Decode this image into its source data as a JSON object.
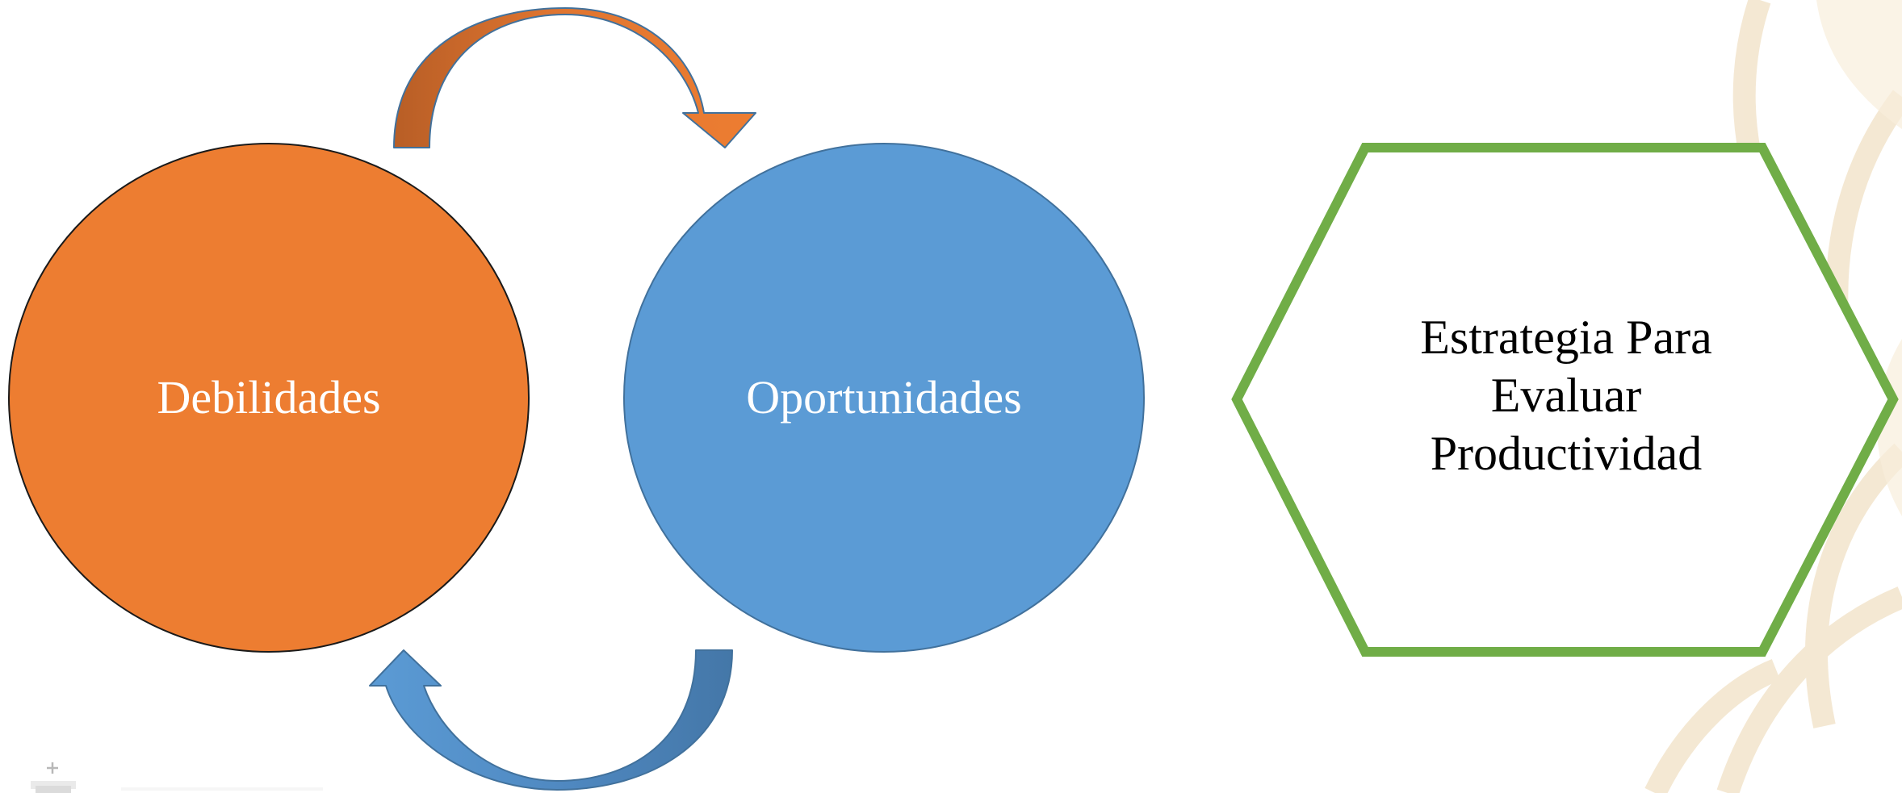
{
  "diagram": {
    "left_circle": {
      "label": "Debilidades",
      "fill": "#ED7D31",
      "stroke": "#1A1A1A"
    },
    "right_circle": {
      "label": "Oportunidades",
      "fill": "#5B9BD5",
      "stroke": "#41719C"
    },
    "top_arrow": {
      "fill_light": "#ED7D31",
      "fill_dark": "#C0632A",
      "stroke": "#41719C"
    },
    "bottom_arrow": {
      "fill_light": "#5B9BD5",
      "fill_dark": "#4477A8",
      "stroke": "#41719C"
    },
    "hexagon": {
      "lines": [
        "Estrategia Para",
        "Evaluar",
        "Productividad"
      ],
      "stroke": "#70AD47",
      "fill": "#ffffff"
    }
  },
  "background": {
    "watermark_color": "#F3E3C8"
  }
}
